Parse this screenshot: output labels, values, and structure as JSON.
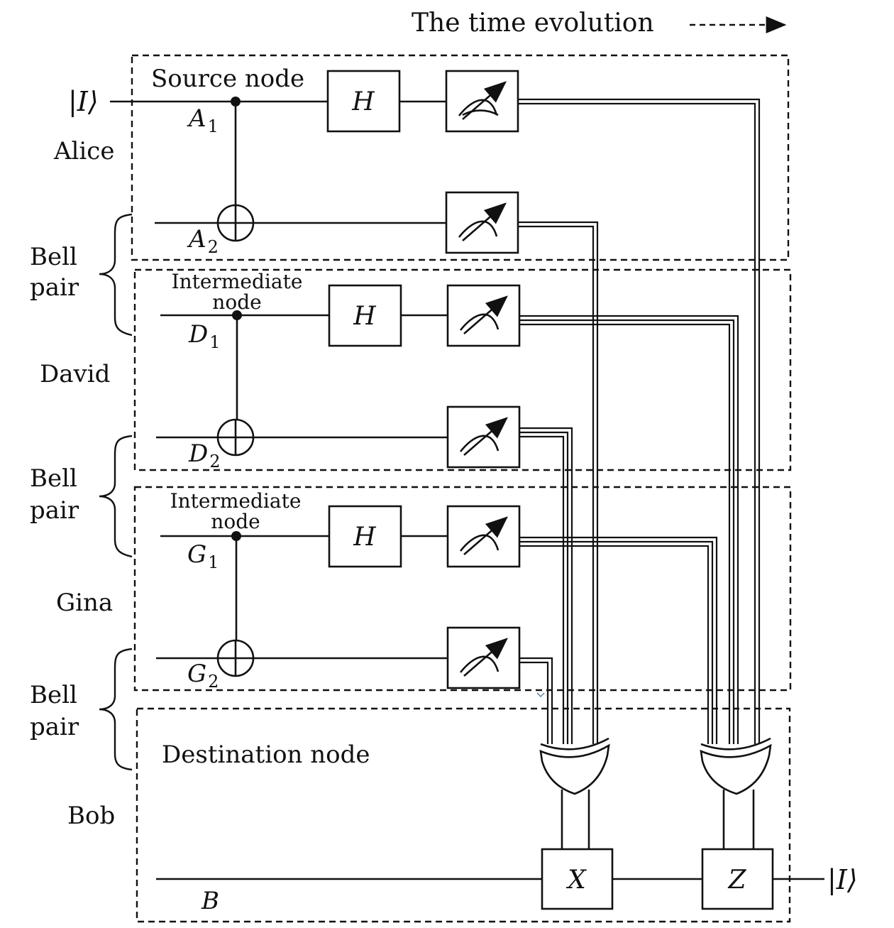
{
  "header": {
    "time_label": "The time evolution"
  },
  "input_state": "|I⟩",
  "output_state": "|I⟩",
  "parties": {
    "alice": "Alice",
    "david": "David",
    "gina": "Gina",
    "bob": "Bob"
  },
  "bell_pairs": [
    {
      "line1": "Bell",
      "line2": "pair"
    },
    {
      "line1": "Bell",
      "line2": "pair"
    },
    {
      "line1": "Bell",
      "line2": "pair"
    }
  ],
  "nodes": {
    "source": "Source node",
    "intermediate_1": {
      "line1": "Intermediate",
      "line2": "node"
    },
    "intermediate_2": {
      "line1": "Intermediate",
      "line2": "node"
    },
    "destination": "Destination node"
  },
  "qubits": {
    "a1": {
      "base": "A",
      "sub": "1"
    },
    "a2": {
      "base": "A",
      "sub": "2"
    },
    "d1": {
      "base": "D",
      "sub": "1"
    },
    "d2": {
      "base": "D",
      "sub": "2"
    },
    "g1": {
      "base": "G",
      "sub": "1"
    },
    "g2": {
      "base": "G",
      "sub": "2"
    },
    "b": {
      "base": "B"
    }
  },
  "gates": {
    "hadamard": "H",
    "pauli_x": "X",
    "pauli_z": "Z"
  }
}
